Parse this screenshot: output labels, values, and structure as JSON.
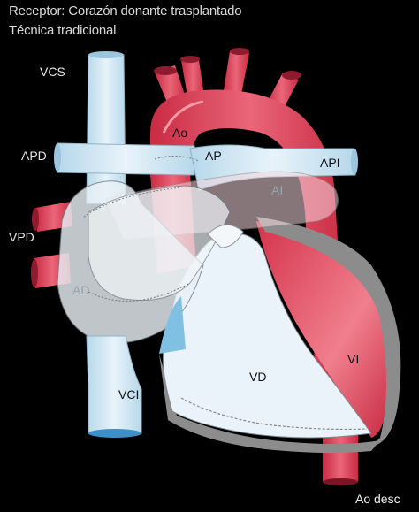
{
  "header": {
    "line1": "Receptor: Corazón donante trasplantado",
    "line2": "Técnica tradicional"
  },
  "labels": {
    "vcs": "VCS",
    "apd": "APD",
    "vpd": "VPD",
    "ao": "Ao",
    "ap": "AP",
    "api": "API",
    "ai": "AI",
    "ad": "AD",
    "vd": "VD",
    "vi": "VI",
    "vci": "VCI",
    "ao_desc": "Ao desc"
  },
  "colors": {
    "background": "#000000",
    "vein_fill": "#cfe6f3",
    "vein_light": "#eaf4fa",
    "artery_fill": "#e0455c",
    "artery_dark": "#b9233a",
    "ventricle_light": "#eef4f8",
    "pericardium_gray": "#9a9a9a"
  }
}
